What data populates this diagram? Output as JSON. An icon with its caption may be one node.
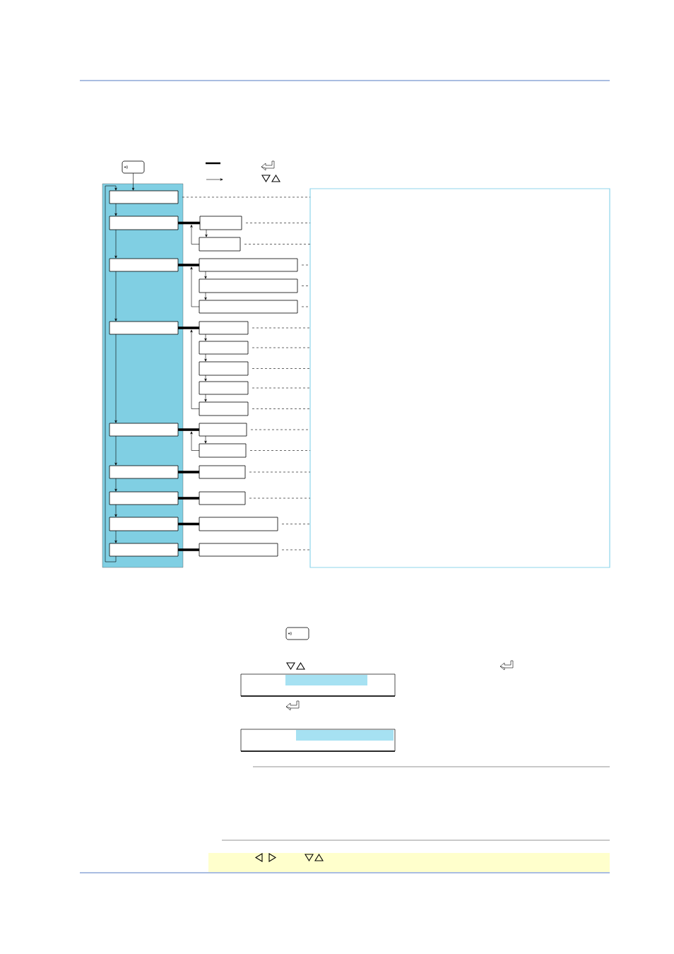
{
  "diagram": {
    "nodes": [
      {
        "text": [],
        "shape": "button"
      },
      {
        "text": [],
        "shape": "band"
      },
      {
        "text": [],
        "shape": "box",
        "in": 1
      },
      {
        "text": [],
        "shape": "box",
        "in": 1
      },
      {
        "text": [],
        "shape": "box",
        "in": 1
      },
      {
        "text": [],
        "shape": "box",
        "in": 1
      },
      {
        "text": [],
        "shape": "box",
        "in": 1
      },
      {
        "text": [],
        "shape": "box",
        "in": 1
      },
      {
        "text": [],
        "shape": "box",
        "in": 1
      },
      {
        "text": [],
        "shape": "box",
        "in": 1
      },
      {
        "text": [],
        "shape": "box",
        "in": 1
      },
      {
        "text": [],
        "shape": "box"
      },
      {
        "text": [],
        "shape": "box"
      },
      {
        "text": [],
        "shape": "box"
      },
      {
        "text": [],
        "shape": "box"
      },
      {
        "text": [],
        "shape": "box"
      },
      {
        "text": [],
        "shape": "box"
      },
      {
        "text": [],
        "shape": "box"
      },
      {
        "text": [],
        "shape": "box"
      },
      {
        "text": [],
        "shape": "box"
      },
      {
        "text": [],
        "shape": "box"
      },
      {
        "text": [],
        "shape": "box"
      },
      {
        "text": [],
        "shape": "box"
      },
      {
        "text": [],
        "shape": "box"
      },
      {
        "text": [],
        "shape": "box"
      },
      {
        "text": [],
        "shape": "box"
      },
      {
        "text": [],
        "shape": "box"
      },
      {
        "text": [],
        "shape": "box"
      }
    ],
    "edges": [
      {
        "from": 0,
        "to": 2,
        "arrow": "to"
      },
      {
        "from": 2,
        "to": 3,
        "arrow": "to"
      },
      {
        "from": 3,
        "to": 4,
        "arrow": "to"
      },
      {
        "from": 4,
        "to": 5,
        "arrow": "to"
      },
      {
        "from": 5,
        "to": 6,
        "arrow": "to"
      },
      {
        "from": 6,
        "to": 7,
        "arrow": "to"
      },
      {
        "from": 7,
        "to": 8,
        "arrow": "to"
      },
      {
        "from": 8,
        "to": 9,
        "arrow": "to"
      },
      {
        "from": 9,
        "to": 10,
        "arrow": "to"
      },
      {
        "from": 10,
        "to": 2,
        "arrow": "to"
      },
      {
        "from": 3,
        "to": 11,
        "arrow": "none",
        "style": "thick"
      },
      {
        "from": 4,
        "to": 13,
        "arrow": "none",
        "style": "thick"
      },
      {
        "from": 5,
        "to": 16,
        "arrow": "none",
        "style": "thick"
      },
      {
        "from": 6,
        "to": 21,
        "arrow": "none",
        "style": "thick"
      },
      {
        "from": 7,
        "to": 23,
        "arrow": "none",
        "style": "thick"
      },
      {
        "from": 8,
        "to": 24,
        "arrow": "none",
        "style": "thick"
      },
      {
        "from": 9,
        "to": 25,
        "arrow": "none",
        "style": "thick"
      },
      {
        "from": 10,
        "to": 26,
        "arrow": "none",
        "style": "thick"
      },
      {
        "from": 11,
        "to": 12,
        "arrow": "to"
      },
      {
        "from": 12,
        "to": 11,
        "arrow": "to"
      },
      {
        "from": 13,
        "to": 14,
        "arrow": "to"
      },
      {
        "from": 14,
        "to": 15,
        "arrow": "to"
      },
      {
        "from": 15,
        "to": 13,
        "arrow": "to"
      },
      {
        "from": 16,
        "to": 17,
        "arrow": "to"
      },
      {
        "from": 17,
        "to": 18,
        "arrow": "to"
      },
      {
        "from": 18,
        "to": 19,
        "arrow": "to"
      },
      {
        "from": 19,
        "to": 20,
        "arrow": "to"
      },
      {
        "from": 20,
        "to": 16,
        "arrow": "to"
      },
      {
        "from": 21,
        "to": 22,
        "arrow": "to"
      },
      {
        "from": 22,
        "to": 21,
        "arrow": "to"
      },
      {
        "from": 2,
        "to": 27,
        "arrow": "none",
        "style": "dashed"
      },
      {
        "from": 11,
        "to": 27,
        "arrow": "none",
        "style": "dashed"
      },
      {
        "from": 12,
        "to": 27,
        "arrow": "none",
        "style": "dashed"
      },
      {
        "from": 13,
        "to": 27,
        "arrow": "none",
        "style": "dashed"
      },
      {
        "from": 14,
        "to": 27,
        "arrow": "none",
        "style": "dashed"
      },
      {
        "from": 15,
        "to": 27,
        "arrow": "none",
        "style": "dashed"
      },
      {
        "from": 16,
        "to": 27,
        "arrow": "none",
        "style": "dashed"
      },
      {
        "from": 17,
        "to": 27,
        "arrow": "none",
        "style": "dashed"
      },
      {
        "from": 18,
        "to": 27,
        "arrow": "none",
        "style": "dashed"
      },
      {
        "from": 19,
        "to": 27,
        "arrow": "none",
        "style": "dashed"
      },
      {
        "from": 20,
        "to": 27,
        "arrow": "none",
        "style": "dashed"
      },
      {
        "from": 21,
        "to": 27,
        "arrow": "none",
        "style": "dashed"
      },
      {
        "from": 22,
        "to": 27,
        "arrow": "none",
        "style": "dashed"
      },
      {
        "from": 23,
        "to": 27,
        "arrow": "none",
        "style": "dashed"
      },
      {
        "from": 24,
        "to": 27,
        "arrow": "none",
        "style": "dashed"
      },
      {
        "from": 25,
        "to": 27,
        "arrow": "none",
        "style": "dashed"
      },
      {
        "from": 26,
        "to": 27,
        "arrow": "none",
        "style": "dashed"
      }
    ]
  }
}
